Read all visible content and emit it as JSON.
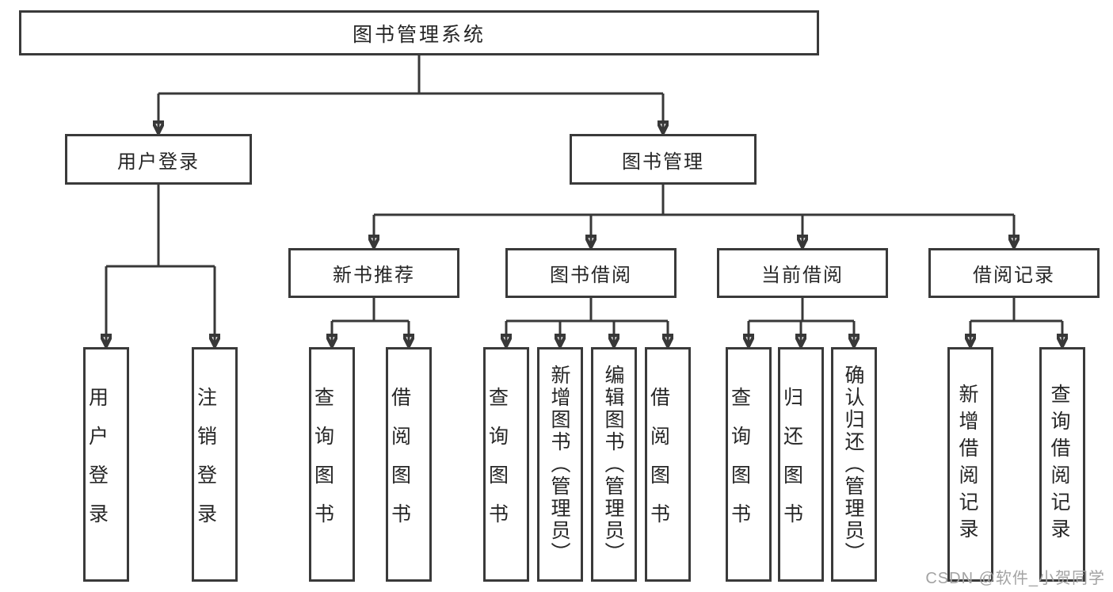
{
  "watermark": "CSDN @软件_小贺同学",
  "colors": {
    "line": "#383838",
    "text": "#262626",
    "watermark": "#a3a3a3"
  },
  "tree": {
    "label": "图书管理系统",
    "children": [
      {
        "label": "用户登录",
        "children": [
          {
            "label": "用户登录"
          },
          {
            "label": "注销登录"
          }
        ]
      },
      {
        "label": "图书管理",
        "children": [
          {
            "label": "新书推荐",
            "children": [
              {
                "label": "查询图书"
              },
              {
                "label": "借阅图书"
              }
            ]
          },
          {
            "label": "图书借阅",
            "children": [
              {
                "label": "查询图书"
              },
              {
                "label": "新增图书（管理员）"
              },
              {
                "label": "编辑图书（管理员）"
              },
              {
                "label": "借阅图书"
              }
            ]
          },
          {
            "label": "当前借阅",
            "children": [
              {
                "label": "查询图书"
              },
              {
                "label": "归还图书"
              },
              {
                "label": "确认归还（管理员）"
              }
            ]
          },
          {
            "label": "借阅记录",
            "children": [
              {
                "label": "新增借阅记录"
              },
              {
                "label": "查询借阅记录"
              }
            ]
          }
        ]
      }
    ]
  }
}
